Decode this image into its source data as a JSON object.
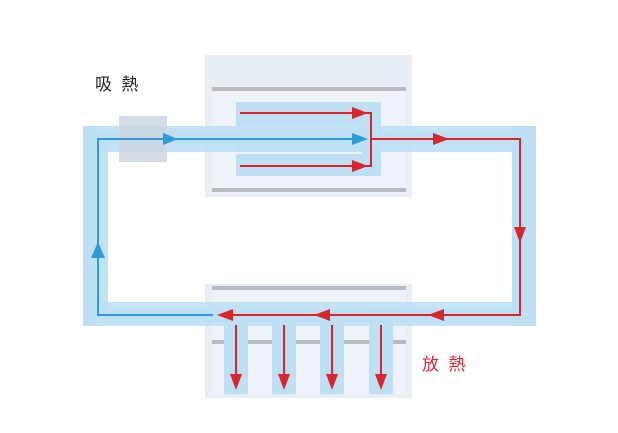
{
  "labels": {
    "absorb": "吸 熱",
    "release": "放 熱"
  },
  "colors": {
    "pipe": "#bde0f5",
    "cold_flow": "#2f9ad8",
    "hot_flow": "#d8262a",
    "panel": "#e8eef5",
    "panel_inner": "#eef3fa",
    "bar": "#b8bcc2",
    "valve": "#cdd7e2"
  },
  "components": [
    {
      "name": "evaporator",
      "role": "heat absorption"
    },
    {
      "name": "radiator",
      "role": "heat release",
      "fins": 4
    }
  ]
}
